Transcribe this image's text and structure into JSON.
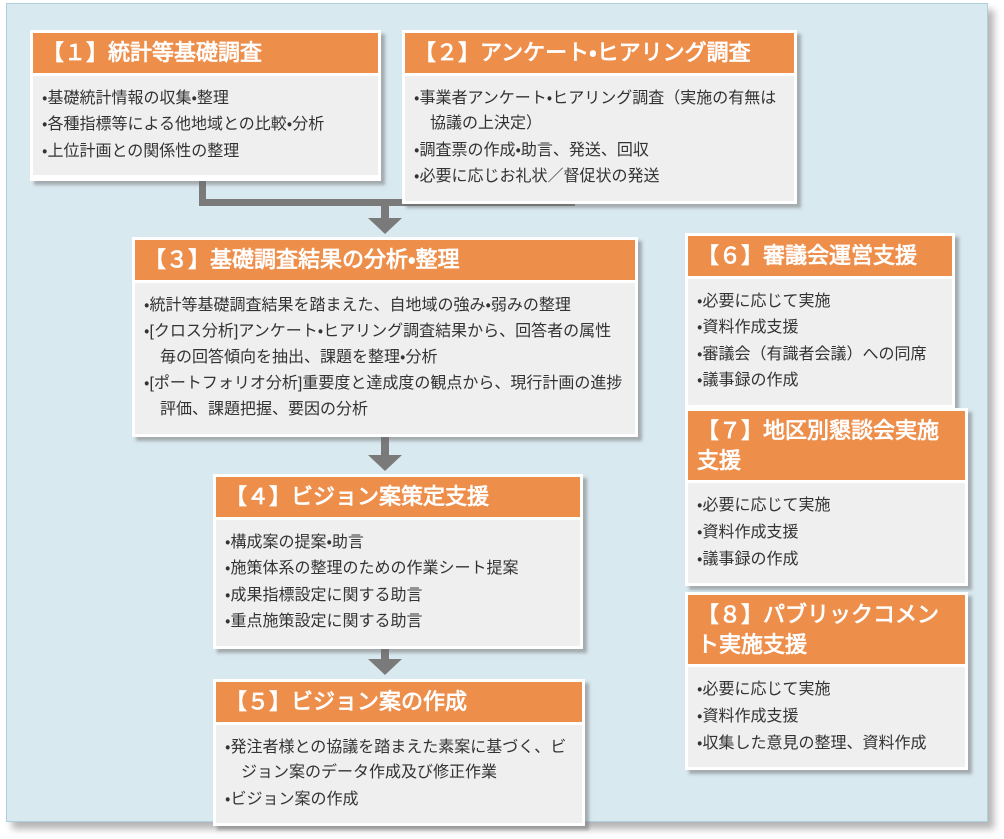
{
  "colors": {
    "accent_orange": "#ee8e4b",
    "panel_background": "#d9e9f0",
    "panel_border": "#aecfdc",
    "box_body_background": "#efefef",
    "box_frame_white": "#ffffff",
    "connector_gray": "#7a7a7a",
    "header_text": "#ffffff",
    "body_text": "#333333"
  },
  "boxes": [
    {
      "number": "1",
      "title": "【１】統計等基礎調査",
      "items": [
        "・基礎統計情報の収集・整理",
        "・各種指標等による他地域との比較・分析",
        "・上位計画との関係性の整理"
      ]
    },
    {
      "number": "2",
      "title": "【２】アンケート・ヒアリング調査",
      "items": [
        "・事業者アンケート・ヒアリング調査（実施の有無は協議の上決定）",
        "・調査票の作成・助言、発送、回収",
        "・必要に応じお礼状／督促状の発送"
      ]
    },
    {
      "number": "3",
      "title": "【３】基礎調査結果の分析・整理",
      "items": [
        "・統計等基礎調査結果を踏まえた、自地域の強み・弱みの整理",
        "・[クロス分析]アンケート・ヒアリング調査結果から、回答者の属性毎の回答傾向を抽出、課題を整理・分析",
        "・[ポートフォリオ分析]重要度と達成度の観点から、現行計画の進捗評価、課題把握、要因の分析"
      ]
    },
    {
      "number": "4",
      "title": "【４】ビジョン案策定支援",
      "items": [
        "・構成案の提案・助言",
        "・施策体系の整理のための作業シート提案",
        "・成果指標設定に関する助言",
        "・重点施策設定に関する助言"
      ]
    },
    {
      "number": "5",
      "title": "【５】ビジョン案の作成",
      "items": [
        "・発注者様との協議を踏まえた素案に基づく、ビジョン案のデータ作成及び修正作業",
        "・ビジョン案の作成"
      ]
    },
    {
      "number": "6",
      "title": "【６】審議会運営支援",
      "items": [
        "・必要に応じて実施",
        "・資料作成支援",
        "・審議会（有識者会議）への同席",
        "・議事録の作成"
      ]
    },
    {
      "number": "7",
      "title": "【７】地区別懇談会実施支援",
      "items": [
        "・必要に応じて実施",
        "・資料作成支援",
        "・議事録の作成"
      ]
    },
    {
      "number": "8",
      "title": "【８】パブリックコメント実施支援",
      "items": [
        "・必要に応じて実施",
        "・資料作成支援",
        "・収集した意見の整理、資料作成"
      ]
    }
  ]
}
